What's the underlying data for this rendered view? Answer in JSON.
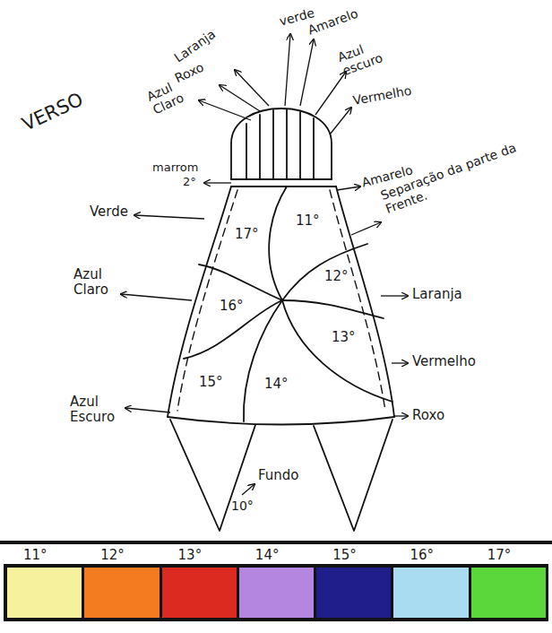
{
  "diagram": {
    "labels": [
      "VERSO",
      "Laranja",
      "Roxo",
      "Azul Claro",
      "verde",
      "Amarelo",
      "Azul escuro",
      "Vermelho",
      "marrom",
      "2°",
      "Amarelo",
      "Separação da parte da Frente.",
      "Verde",
      "17°",
      "11°",
      "16°",
      "12°",
      "13°",
      "14°",
      "15°",
      "Laranja",
      "Azul Claro",
      "Vermelho",
      "Azul Escuro",
      "Roxo",
      "Fundo",
      "10°"
    ],
    "legend": [
      {
        "text": "11°",
        "color": "#f6f19c"
      },
      {
        "text": "12°",
        "color": "#f47b20"
      },
      {
        "text": "13°",
        "color": "#dd2a20"
      },
      {
        "text": "14°",
        "color": "#b486e0"
      },
      {
        "text": "15°",
        "color": "#1f1e8a"
      },
      {
        "text": "16°",
        "color": "#a9dcf1"
      },
      {
        "text": "17°",
        "color": "#5bd63b"
      }
    ]
  }
}
